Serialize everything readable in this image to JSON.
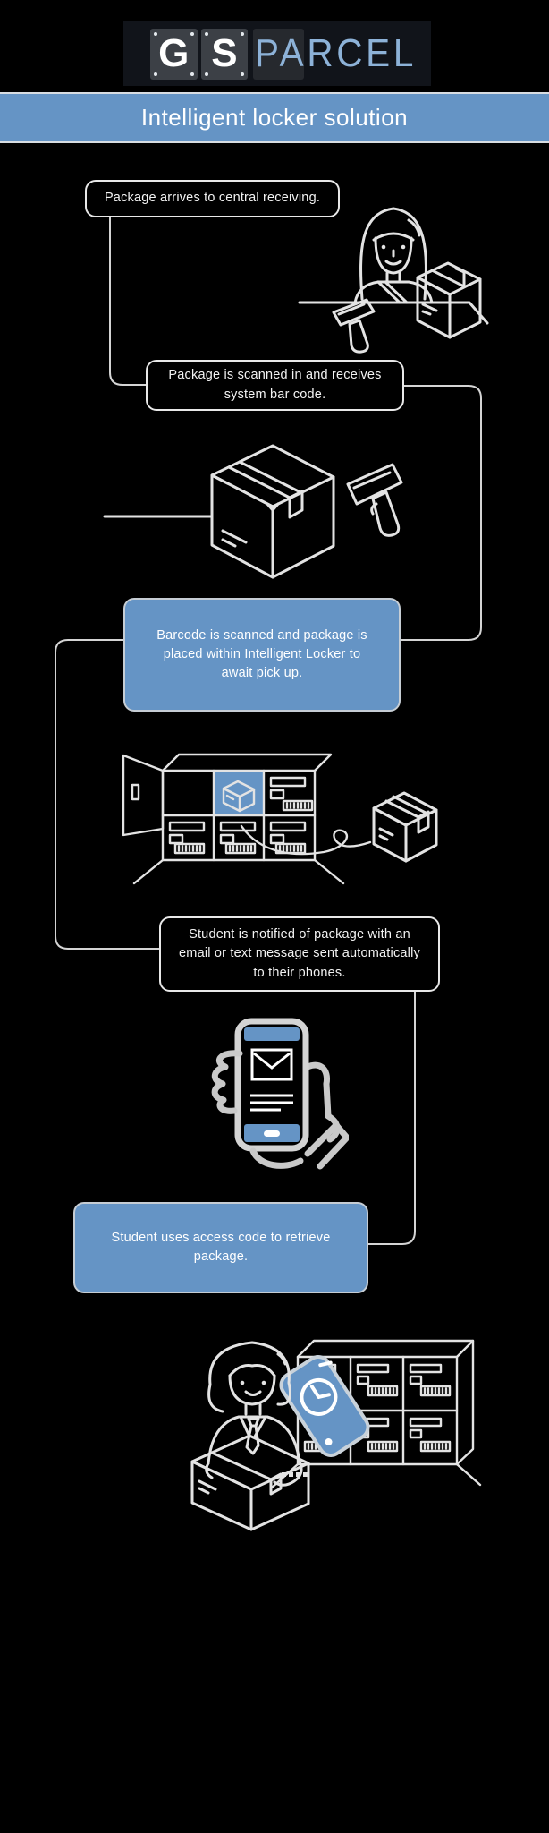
{
  "logo": {
    "letter_g": "G",
    "letter_s": "S",
    "parcel": "PARCEL"
  },
  "banner": {
    "title": "Intelligent locker solution"
  },
  "steps": [
    {
      "text": "Package arrives to central receiving.",
      "style": "outline",
      "illustration": "receiving-desk"
    },
    {
      "text": "Package is scanned in and receives system bar code.",
      "style": "outline",
      "illustration": "package-barcode-scan"
    },
    {
      "text": "Barcode is scanned and package is placed within Intelligent Locker to await pick up.",
      "style": "filled",
      "illustration": "intelligent-locker-deposit"
    },
    {
      "text": "Student is notified of package with an email or text message sent automatically to their phones.",
      "style": "outline",
      "illustration": "phone-notification"
    },
    {
      "text": "Student uses access code to retrieve package.",
      "style": "filled",
      "illustration": "student-locker-pickup"
    }
  ],
  "colors": {
    "background": "#000000",
    "accent_blue": "#6594c5",
    "box_border": "#e8e8e8",
    "connector_line": "#d4d4d4",
    "illustration_stroke": "#e3e3e3",
    "logo_parcel_blue": "#8db2d8",
    "text": "#ffffff"
  }
}
